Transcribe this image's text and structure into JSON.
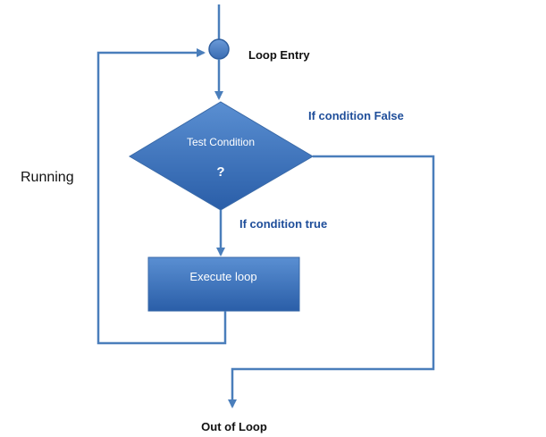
{
  "labels": {
    "loop_entry": "Loop Entry",
    "if_false": "If condition False",
    "running": "Running",
    "test_condition": "Test Condition",
    "question_mark": "?",
    "if_true": "If condition true",
    "execute_loop": "Execute loop",
    "out_of_loop": "Out of Loop"
  },
  "colors": {
    "line": "#4a7ebb",
    "shape_fill_top": "#5a8fd2",
    "shape_fill_bottom": "#2a5ea8",
    "shape_stroke": "#3a6aa8",
    "label_blue": "#1f4e9a",
    "label_dark": "#111111"
  }
}
